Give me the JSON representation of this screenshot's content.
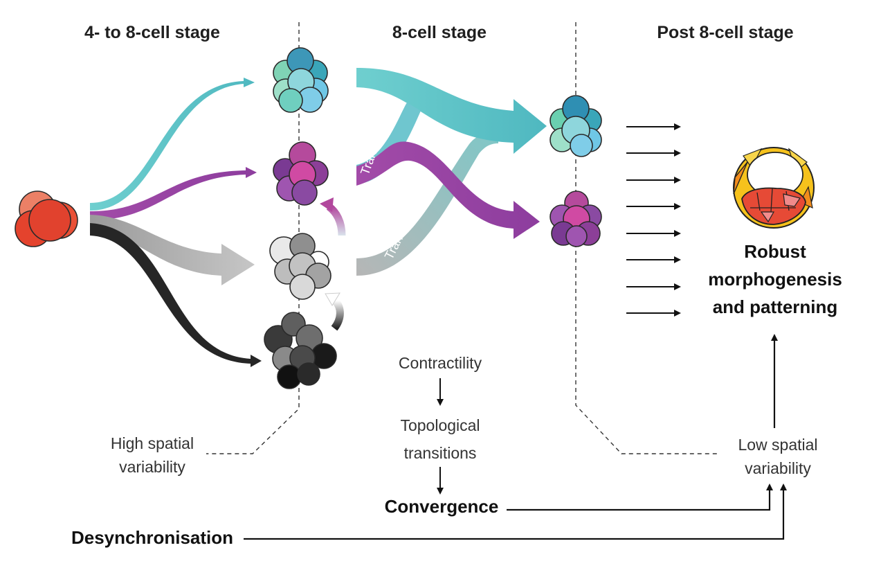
{
  "stages": {
    "stage1": "4- to 8-cell stage",
    "stage2": "8-cell stage",
    "stage3": "Post 8-cell stage"
  },
  "ribbons": {
    "transitions_top": "Transitions",
    "transitions_bottom": "Transitions"
  },
  "labels": {
    "high_variability_line1": "High spatial",
    "high_variability_line2": "variability",
    "low_variability_line1": "Low spatial",
    "low_variability_line2": "variability",
    "contractility": "Contractility",
    "topological_line1": "Topological",
    "topological_line2": "transitions",
    "convergence": "Convergence",
    "desynchronisation": "Desynchronisation",
    "robust_line1": "Robust",
    "robust_line2": "morphogenesis",
    "robust_line3": "and patterning"
  },
  "colors": {
    "teal": "#5cc4c4",
    "purple": "#9b4aa6",
    "grey": "#b3b3b3",
    "black": "#262626",
    "red": "#e2452f"
  }
}
